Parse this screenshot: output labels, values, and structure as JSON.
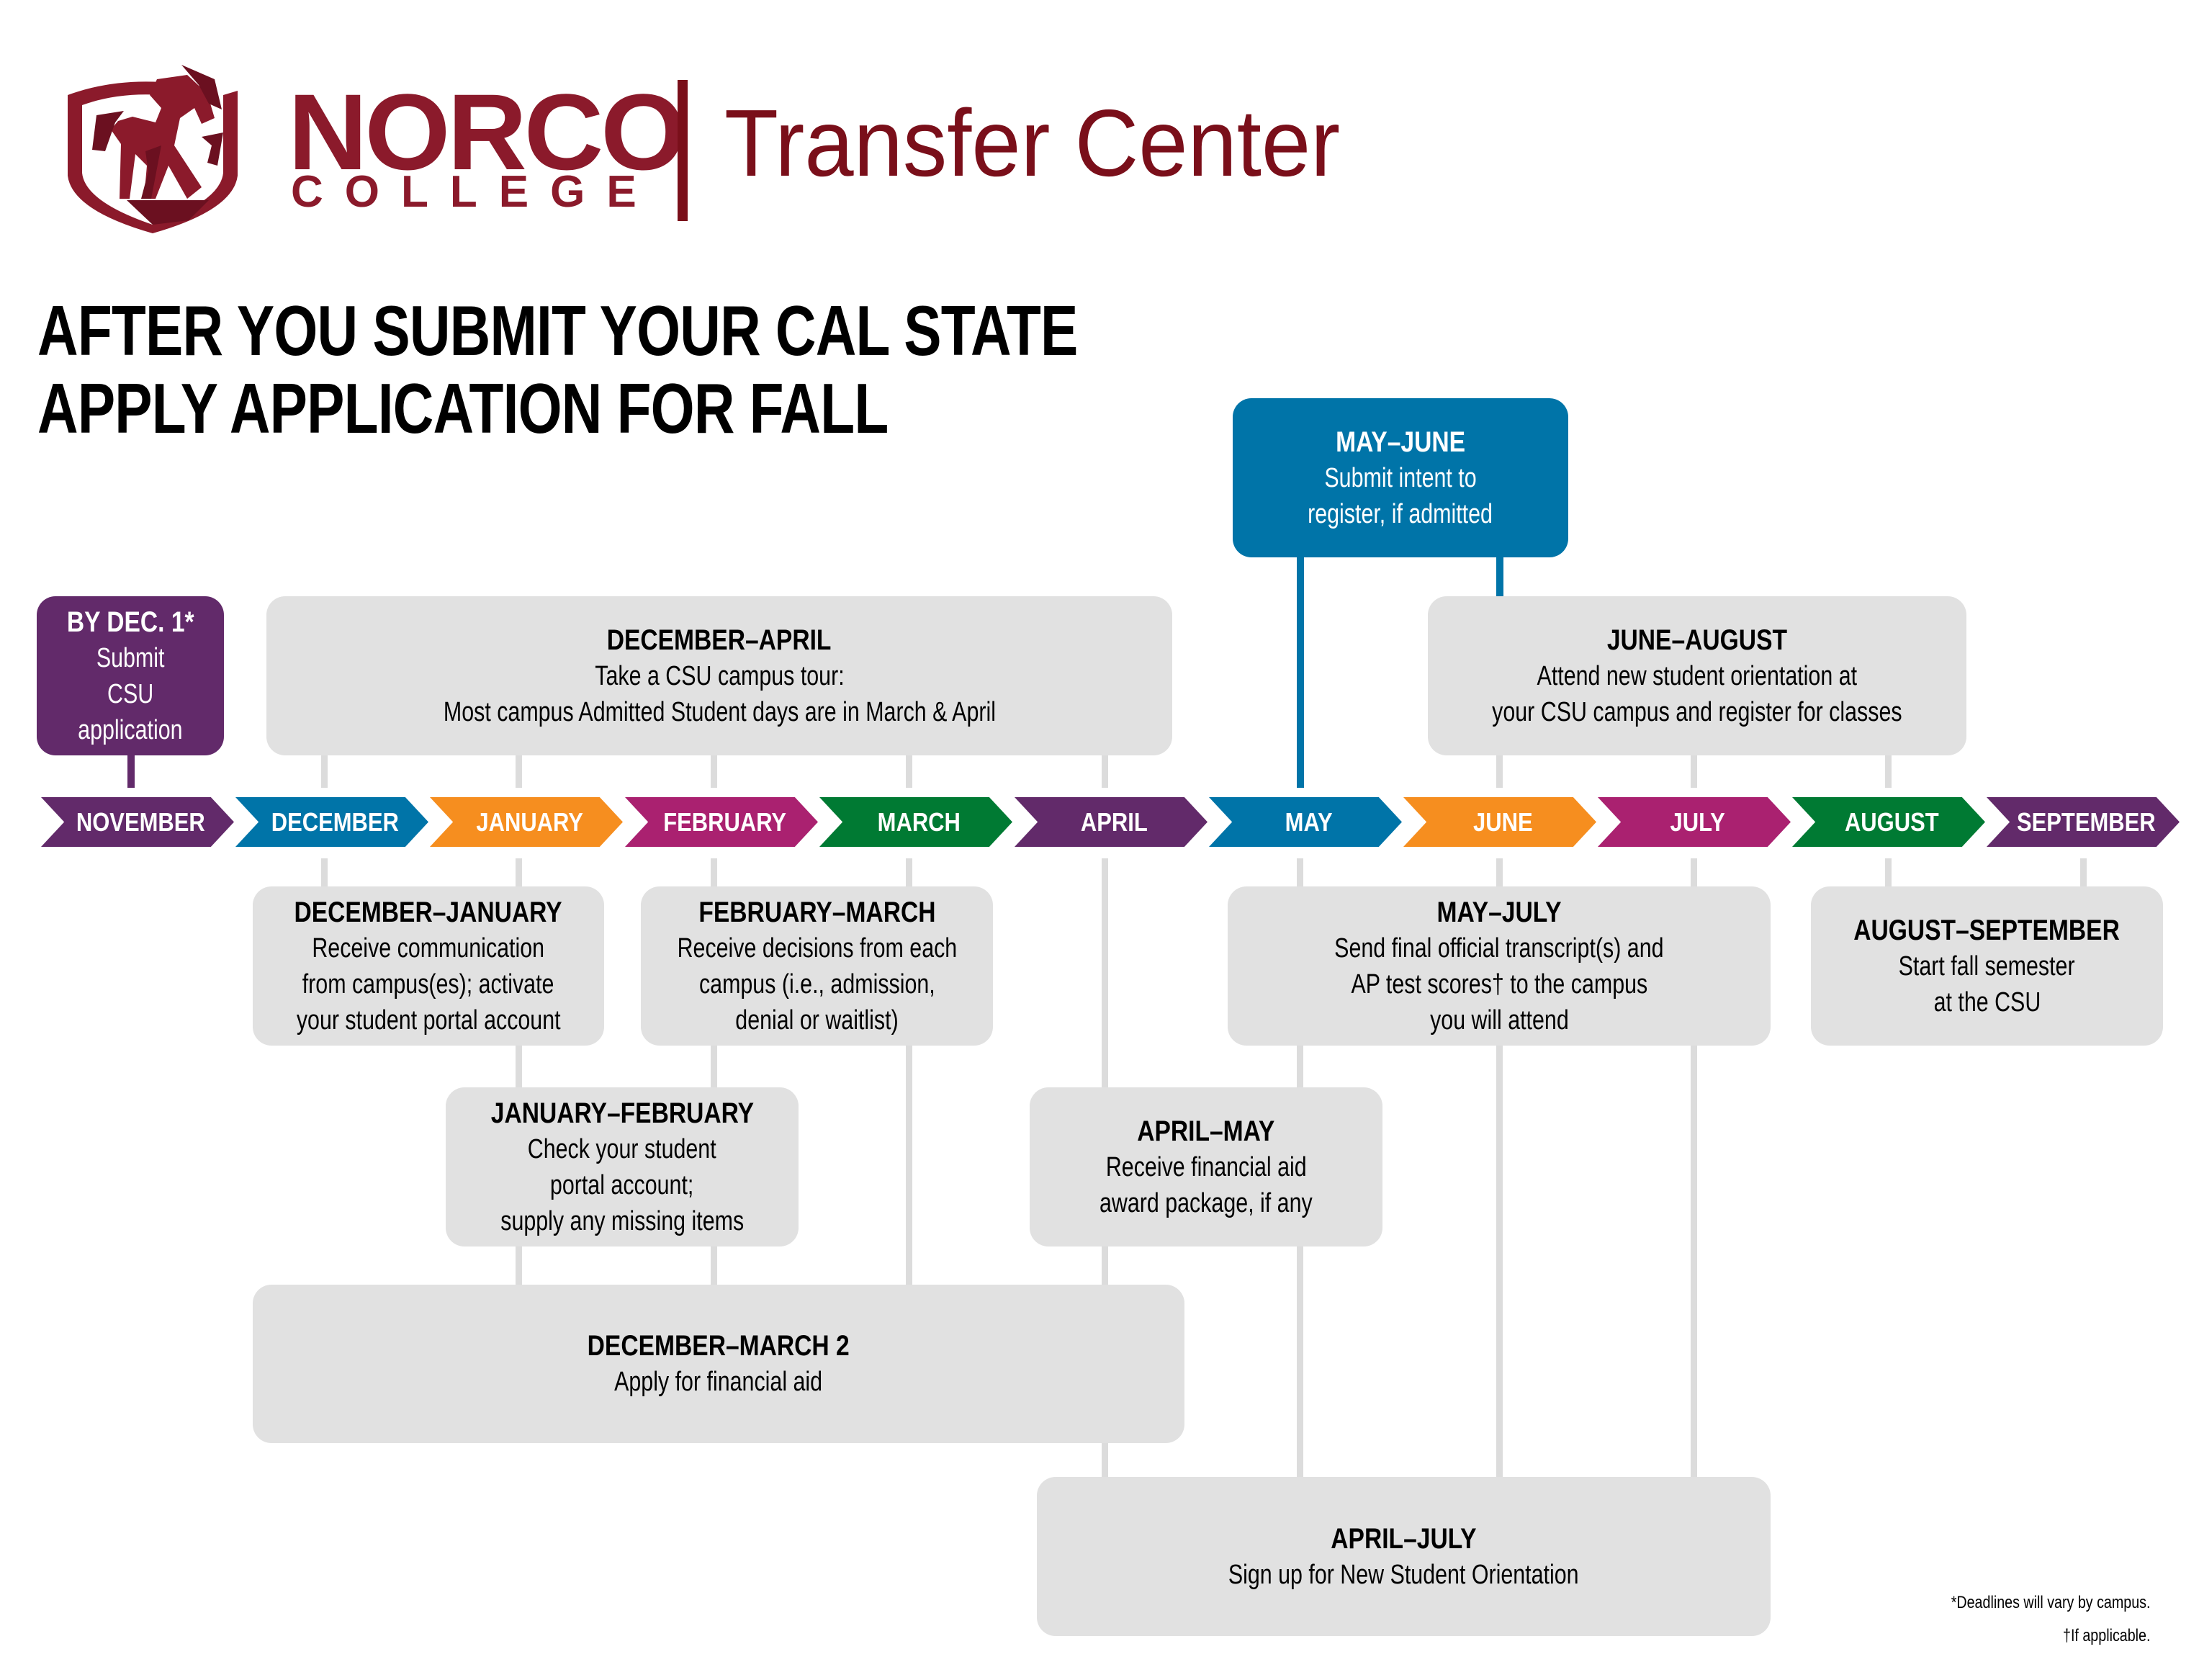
{
  "header": {
    "org_name_line1": "NORCO",
    "org_name_line2": "COLLEGE",
    "department": "Transfer Center",
    "logo_icon": "horse-shield-icon",
    "brand_color": "#8B1A2B",
    "brand_dark": "#7A0F1A"
  },
  "title": {
    "line1": "AFTER YOU SUBMIT YOUR CAL STATE",
    "line2": "APPLY APPLICATION FOR FALL"
  },
  "months": [
    {
      "label": "NOVEMBER",
      "color": "#622A6A"
    },
    {
      "label": "DECEMBER",
      "color": "#0074A8"
    },
    {
      "label": "JANUARY",
      "color": "#F68E1F"
    },
    {
      "label": "FEBRUARY",
      "color": "#AA2170"
    },
    {
      "label": "MARCH",
      "color": "#007A33"
    },
    {
      "label": "APRIL",
      "color": "#622A6A"
    },
    {
      "label": "MAY",
      "color": "#0074A8"
    },
    {
      "label": "JUNE",
      "color": "#F68E1F"
    },
    {
      "label": "JULY",
      "color": "#AA2170"
    },
    {
      "label": "AUGUST",
      "color": "#007A33"
    },
    {
      "label": "SEPTEMBER",
      "color": "#622A6A"
    }
  ],
  "milestones": {
    "by_dec_1": {
      "title": "BY DEC. 1*",
      "lines": [
        "Submit",
        "CSU",
        "application"
      ]
    },
    "dec_apr": {
      "title": "DECEMBER–APRIL",
      "lines": [
        "Take a CSU campus tour:",
        "Most campus Admitted Student days are in March & April"
      ]
    },
    "may_jun": {
      "title": "MAY–JUNE",
      "lines": [
        "Submit intent to",
        "register, if admitted"
      ]
    },
    "jun_aug": {
      "title": "JUNE–AUGUST",
      "lines": [
        "Attend new student orientation at",
        "your CSU campus and register for classes"
      ]
    },
    "dec_jan": {
      "title": "DECEMBER–JANUARY",
      "lines": [
        "Receive communication",
        "from campus(es); activate",
        "your student portal account"
      ]
    },
    "feb_mar": {
      "title": "FEBRUARY–MARCH",
      "lines": [
        "Receive decisions from each",
        "campus (i.e., admission,",
        "denial or waitlist)"
      ]
    },
    "may_jul": {
      "title": "MAY–JULY",
      "lines": [
        "Send final official transcript(s) and",
        "AP test scores† to the campus",
        "you will attend"
      ]
    },
    "aug_sep": {
      "title": "AUGUST–SEPTEMBER",
      "lines": [
        "Start fall semester",
        "at the CSU"
      ]
    },
    "jan_feb": {
      "title": "JANUARY–FEBRUARY",
      "lines": [
        "Check your student",
        "portal account;",
        "supply any missing items"
      ]
    },
    "apr_may": {
      "title": "APRIL–MAY",
      "lines": [
        "Receive financial aid",
        "award package, if any"
      ]
    },
    "dec_mar2": {
      "title": "DECEMBER–MARCH 2",
      "lines": [
        "Apply for financial aid"
      ]
    },
    "apr_jul": {
      "title": "APRIL–JULY",
      "lines": [
        "Sign up for New Student Orientation"
      ]
    }
  },
  "footnotes": {
    "asterisk": "*Deadlines will vary by campus.",
    "dagger": "†If applicable."
  }
}
